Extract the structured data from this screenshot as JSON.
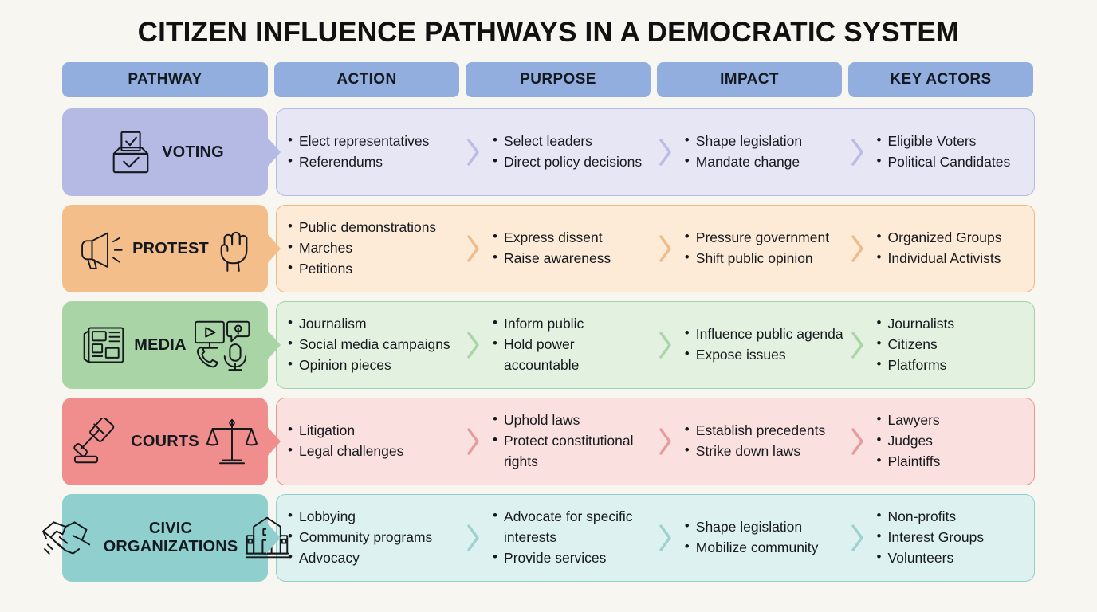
{
  "title": "CITIZEN INFLUENCE PATHWAYS IN A DEMOCRATIC SYSTEM",
  "background_color": "#F7F6F0",
  "header": {
    "accent_color": "#91AEDE",
    "columns": [
      {
        "label": "PATHWAY"
      },
      {
        "label": "ACTION"
      },
      {
        "label": "PURPOSE"
      },
      {
        "label": "IMPACT"
      },
      {
        "label": "KEY ACTORS"
      }
    ]
  },
  "rows": [
    {
      "pathway": "VOTING",
      "chip_color": "#B5BAE5",
      "band_color": "#E6E6F5",
      "border_color": "#B5BAE5",
      "chevron_color": "#B9BCE3",
      "icons_left": [
        "ballot-box-icon"
      ],
      "icons_right": [],
      "action": [
        "Elect representatives",
        "Referendums"
      ],
      "purpose": [
        "Select leaders",
        "Direct policy decisions"
      ],
      "impact": [
        "Shape legislation",
        "Mandate change"
      ],
      "actors": [
        "Eligible Voters",
        "Political Candidates"
      ]
    },
    {
      "pathway": "PROTEST",
      "chip_color": "#F4BE8A",
      "band_color": "#FDEBD8",
      "border_color": "#F0B77F",
      "chevron_color": "#EDBC8B",
      "icons_left": [
        "megaphone-icon"
      ],
      "icons_right": [
        "raised-fist-icon"
      ],
      "action": [
        "Public demonstrations",
        "Marches",
        "Petitions"
      ],
      "purpose": [
        "Express dissent",
        "Raise awareness"
      ],
      "impact": [
        "Pressure government",
        "Shift public opinion"
      ],
      "actors": [
        "Organized Groups",
        "Individual Activists"
      ]
    },
    {
      "pathway": "MEDIA",
      "chip_color": "#A9D4A6",
      "band_color": "#E3F2E0",
      "border_color": "#A7D2A4",
      "chevron_color": "#AAD3A7",
      "icons_left": [
        "newspaper-icon"
      ],
      "icons_right": [
        "broadcast-media-icon"
      ],
      "action": [
        "Journalism",
        "Social media campaigns",
        "Opinion pieces"
      ],
      "purpose": [
        "Inform public",
        "Hold power accountable"
      ],
      "impact": [
        "Influence public agenda",
        "Expose issues"
      ],
      "actors": [
        "Journalists",
        "Citizens",
        "Platforms"
      ]
    },
    {
      "pathway": "COURTS",
      "chip_color": "#F08D8D",
      "band_color": "#FBE0E0",
      "border_color": "#EE9393",
      "chevron_color": "#E79C9C",
      "icons_left": [
        "gavel-icon"
      ],
      "icons_right": [
        "scales-of-justice-icon"
      ],
      "action": [
        "Litigation",
        "Legal challenges"
      ],
      "purpose": [
        "Uphold laws",
        "Protect constitutional rights"
      ],
      "impact": [
        "Establish precedents",
        "Strike down laws"
      ],
      "actors": [
        "Lawyers",
        "Judges",
        "Plaintiffs"
      ]
    },
    {
      "pathway": "CIVIC\nORGANIZATIONS",
      "chip_color": "#8FD0CE",
      "band_color": "#DDF2F0",
      "border_color": "#8FD0CE",
      "chevron_color": "#9CD2CF",
      "icons_left": [
        "handshake-icon"
      ],
      "icons_right": [
        "institution-building-icon"
      ],
      "action": [
        "Lobbying",
        "Community programs",
        "Advocacy"
      ],
      "purpose": [
        "Advocate for specific interests",
        "Provide services"
      ],
      "impact": [
        "Shape legislation",
        "Mobilize community"
      ],
      "actors": [
        "Non-profits",
        "Interest Groups",
        "Volunteers"
      ]
    }
  ]
}
